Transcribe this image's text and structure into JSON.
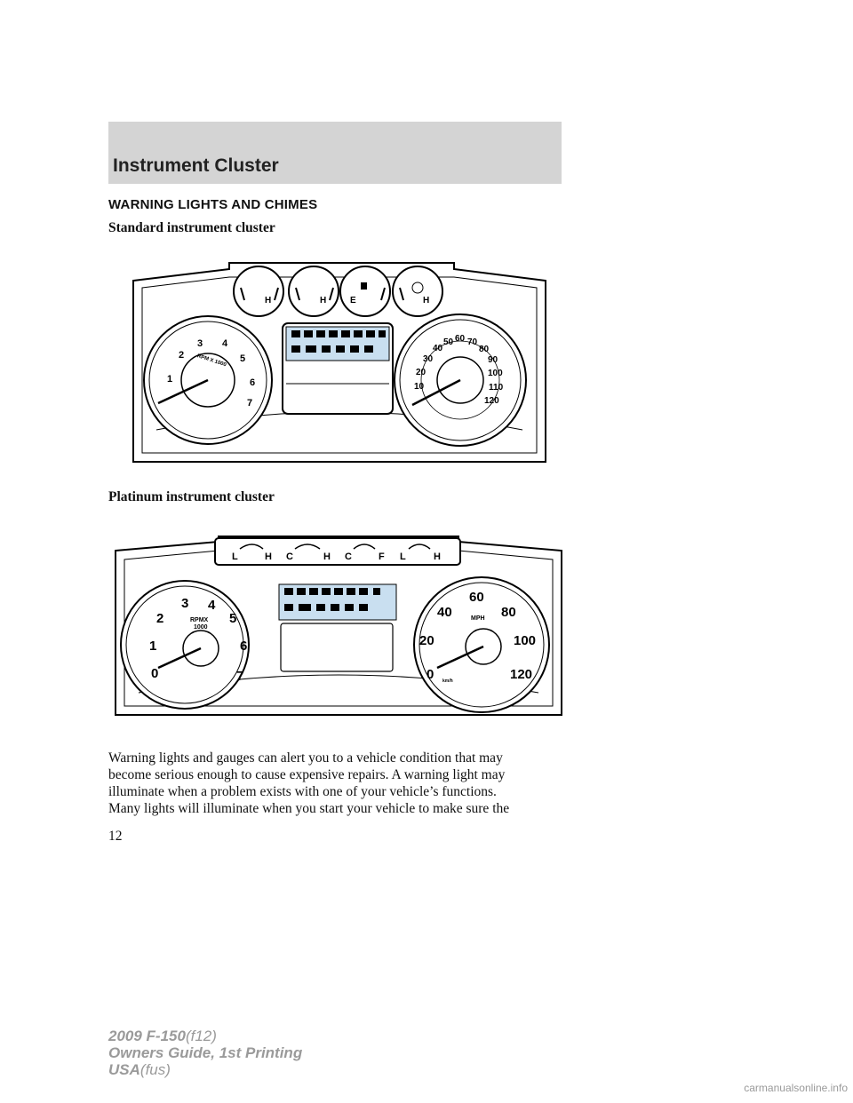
{
  "header": {
    "title": "Instrument Cluster"
  },
  "section_heading": "WARNING LIGHTS AND CHIMES",
  "standard": {
    "subheading": "Standard instrument cluster",
    "gauges": [
      {
        "low": "",
        "high": "H"
      },
      {
        "low": "",
        "high": "H"
      },
      {
        "low": "E",
        "high": ""
      },
      {
        "low": "",
        "high": "H"
      }
    ],
    "tach_label": "RPM X 1000",
    "tach_numbers": [
      "1",
      "2",
      "3",
      "4",
      "5",
      "6",
      "7"
    ],
    "speed_numbers": [
      "10",
      "20",
      "30",
      "40",
      "50",
      "60",
      "70",
      "80",
      "90",
      "100",
      "110",
      "120"
    ]
  },
  "platinum": {
    "subheading": "Platinum instrument cluster",
    "gauge_letters": [
      "L",
      "H",
      "C",
      "H",
      "C",
      "F",
      "L",
      "H"
    ],
    "tach_label_1": "RPMX",
    "tach_label_2": "1000",
    "tach_numbers": [
      "0",
      "1",
      "2",
      "3",
      "4",
      "5",
      "6",
      "7"
    ],
    "speed_label": "MPH",
    "speed_numbers": [
      "0",
      "20",
      "40",
      "60",
      "80",
      "100",
      "120"
    ],
    "kmh_label": "km/h"
  },
  "body_lines": [
    "Warning lights and gauges can alert you to a vehicle condition that may",
    "become serious enough to cause expensive repairs. A warning light may",
    "illuminate when a problem exists with one of your vehicle’s functions.",
    "Many lights will illuminate when you start your vehicle to make sure the"
  ],
  "page_number": "12",
  "footer": {
    "model": "2009 F-150",
    "model_code": "(f12)",
    "guide": "Owners Guide, 1st Printing",
    "region": "USA",
    "region_code": "(fus)"
  },
  "site": "carmanualsonline.info"
}
